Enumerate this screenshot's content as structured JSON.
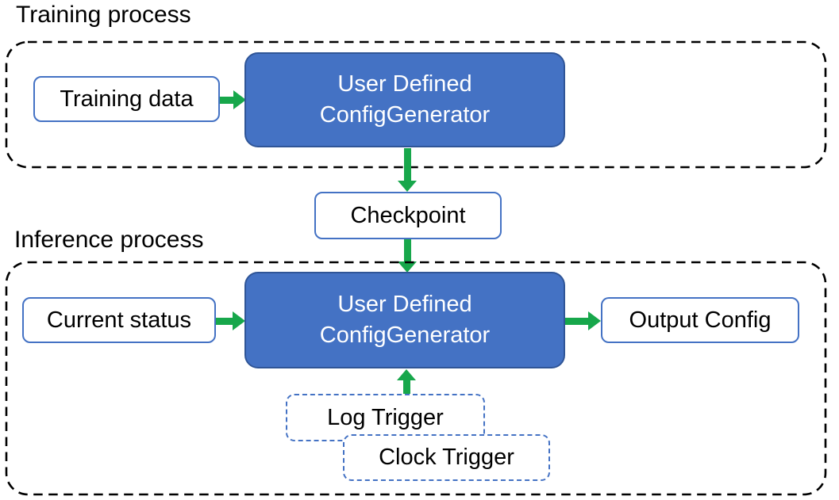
{
  "colors": {
    "accent_blue": "#4472C4",
    "blue_box_border": "#2F5597",
    "light_box_border": "#4472C4",
    "arrow_green": "#17A74B",
    "dash_black": "#000000",
    "text_black": "#000000",
    "text_white": "#FFFFFF",
    "bg_white": "#FFFFFF"
  },
  "training": {
    "title": "Training process",
    "input_box": "Training data",
    "generator": {
      "line1": "User Defined",
      "line2": "ConfigGenerator"
    }
  },
  "checkpoint": {
    "label": "Checkpoint"
  },
  "inference": {
    "title": "Inference process",
    "input_box": "Current status",
    "generator": {
      "line1": "User Defined",
      "line2": "ConfigGenerator"
    },
    "output_box": "Output Config",
    "log_trigger": "Log Trigger",
    "clock_trigger": "Clock Trigger"
  }
}
